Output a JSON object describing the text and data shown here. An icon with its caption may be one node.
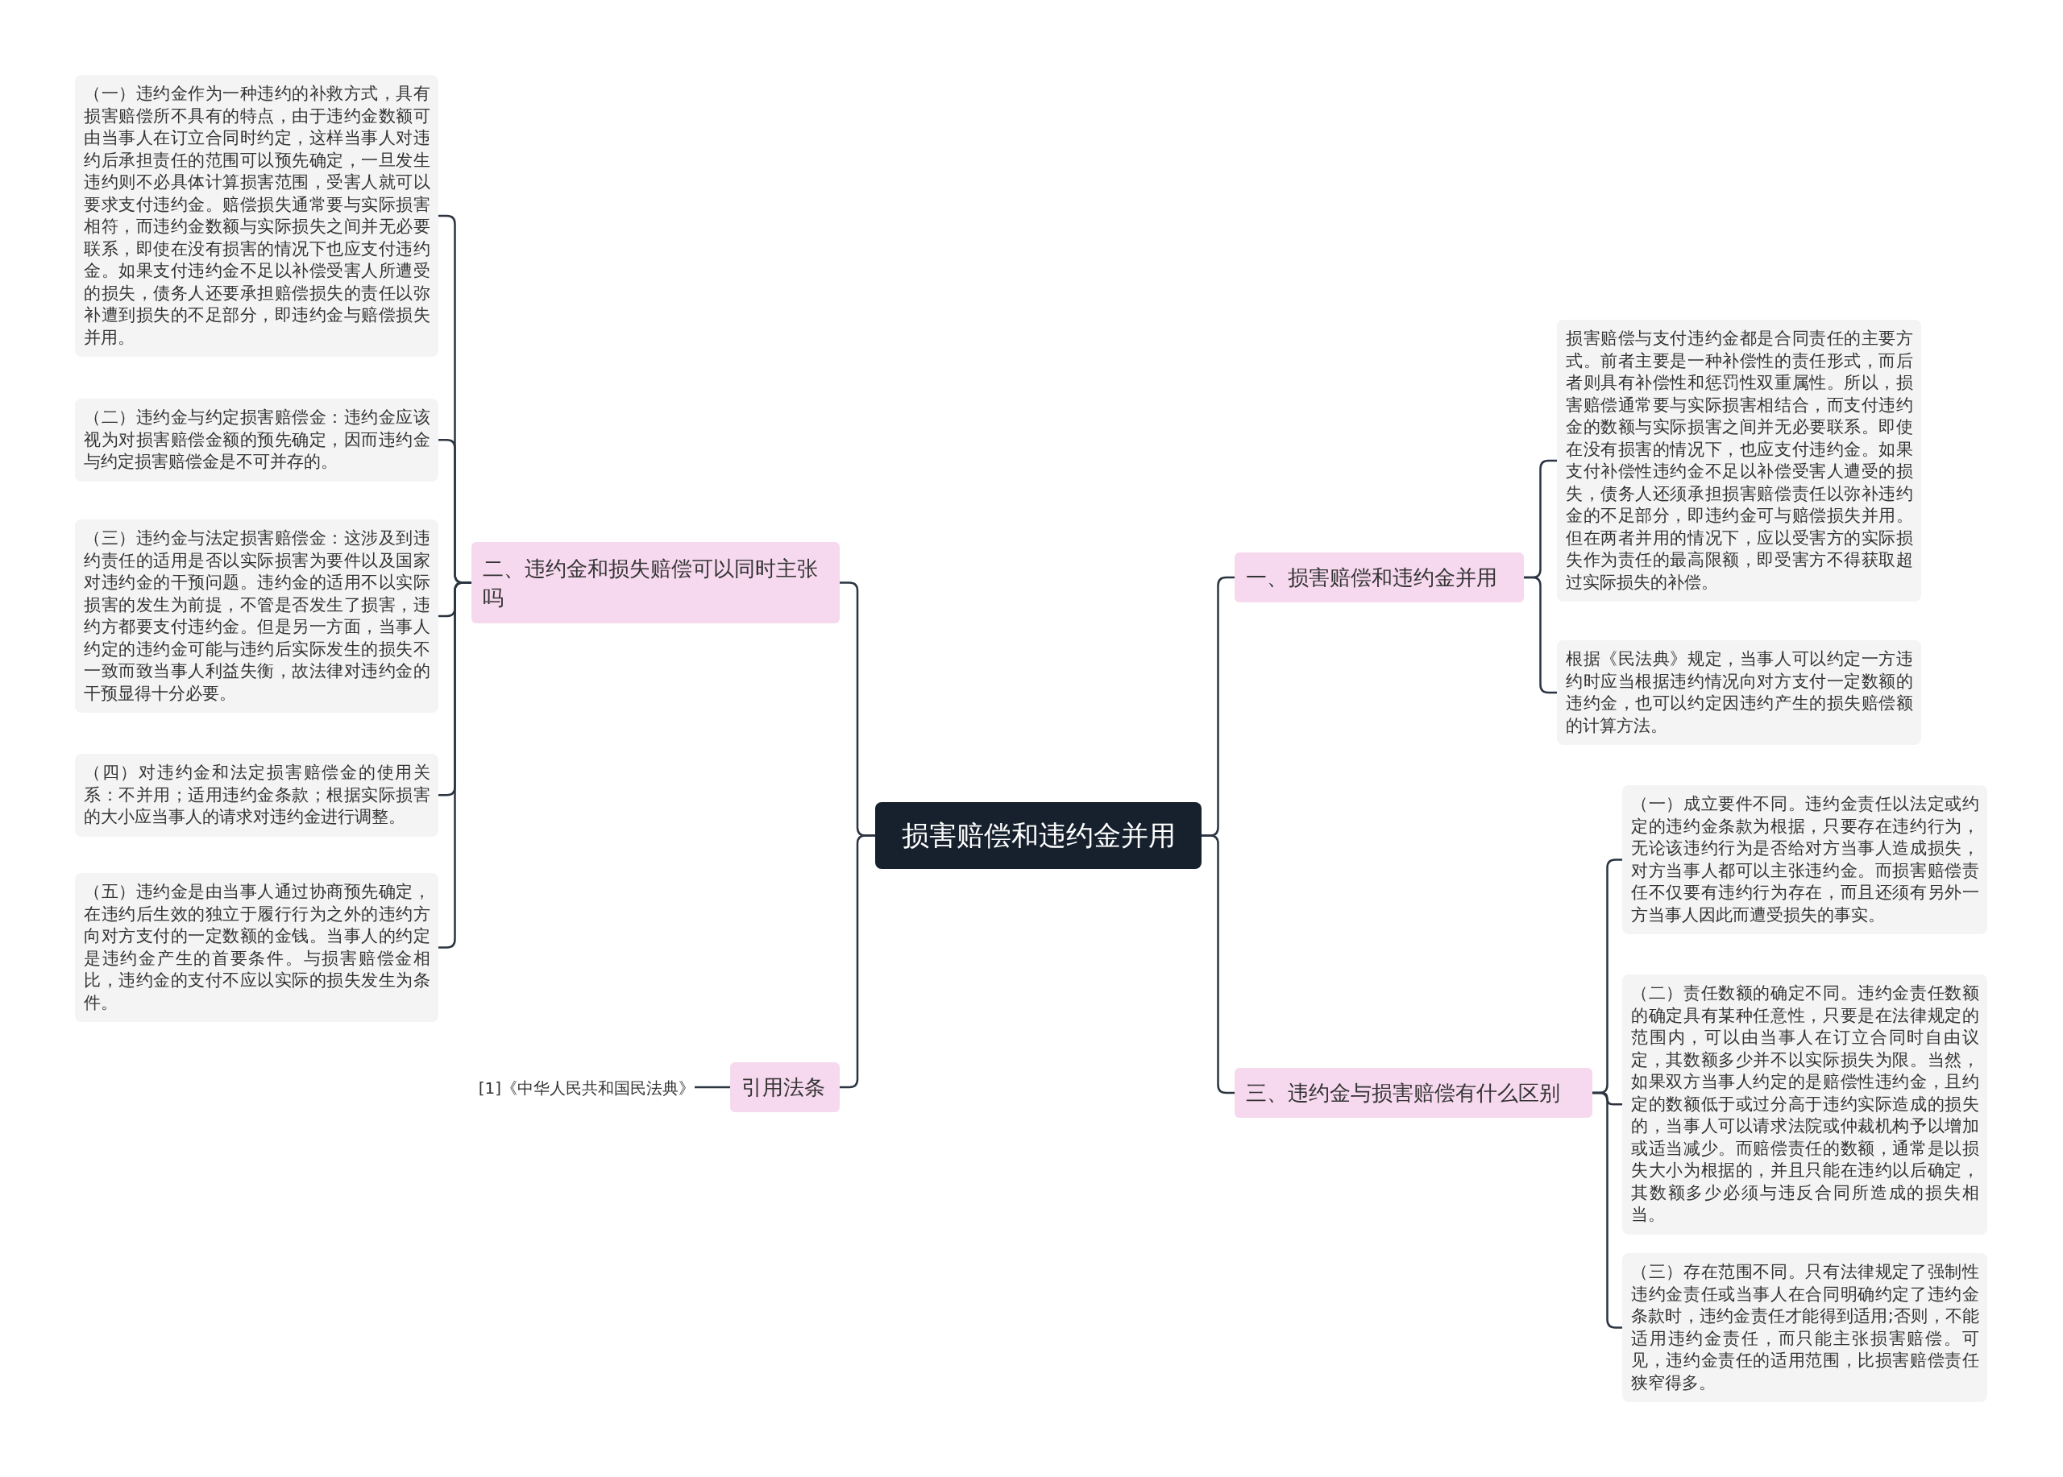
{
  "diagram": {
    "nodes": [
      {
        "text": [
          "损害赔偿和违约金并用"
        ]
      },
      {
        "text": [
          "一、损害赔偿和违约金并用"
        ]
      },
      {
        "text": [
          "损害赔偿与支付违约金都是合同责任的主要方式。前者主要是一种补偿性的责任形式，而后者则具有补偿性和惩罚性双重属性。所以，损害赔偿通常要与实际损害相结合，而支付违约金的数额与实际损害之间并无必要联系。即使在没有损害的情况下，也应支付违约金。如果支付补偿性违约金不足以补偿受害人遭受的损失，债务人还须承担损害赔偿责任以弥补违约金的不足部分，即违约金可与赔偿损失并用。但在两者并用的情况下，应以受害方的实际损失作为责任的最高限额，即受害方不得获取超过实际损失的补偿。"
        ]
      },
      {
        "text": [
          "根据《民法典》规定，当事人可以约定一方违约时应当根据违约情况向对方支付一定数额的违约金，也可以约定因违约产生的损失赔偿额的计算方法。"
        ]
      },
      {
        "text": [
          "三、违约金与损害赔偿有什么区别"
        ]
      },
      {
        "text": [
          "（一）成立要件不同。违约金责任以法定或约定的违约金条款为根据，只要存在违约行为，无论该违约行为是否给对方当事人造成损失，对方当事人都可以主张违约金。而损害赔偿责任不仅要有违约行为存在，而且还须有另外一方当事人因此而遭受损失的事实。"
        ]
      },
      {
        "text": [
          "（二）责任数额的确定不同。违约金责任数额的确定具有某种任意性，只要是在法律规定的范围内，可以由当事人在订立合同时自由议定，其数额多少并不以实际损失为限。当然，如果双方当事人约定的是赔偿性违约金，且约定的数额低于或过分高于违约实际造成的损失的，当事人可以请求法院或仲裁机构予以增加或适当减少。而赔偿责任的数额，通常是以损失大小为根据的，并且只能在违约以后确定，其数额多少必须与违反合同所造成的损失相当。"
        ]
      },
      {
        "text": [
          "（三）存在范围不同。只有法律规定了强制性违约金责任或当事人在合同明确约定了违约金条款时，违约金责任才能得到适用;否则，不能适用违约金责任，而只能主张损害赔偿。可见，违约金责任的适用范围，比损害赔偿责任狭窄得多。"
        ]
      },
      {
        "text": [
          "二、违约金和损失赔偿可以同时主张吗"
        ]
      },
      {
        "text": [
          "（一）违约金作为一种违约的补救方式，具有损害赔偿所不具有的特点，由于违约金数额可由当事人在订立合同时约定，这样当事人对违约后承担责任的范围可以预先确定，一旦发生违约则不必具体计算损害范围，受害人就可以要求支付违约金。赔偿损失通常要与实际损害相符，而违约金数额与实际损失之间并无必要联系，即使在没有损害的情况下也应支付违约金。如果支付违约金不足以补偿受害人所遭受的损失，债务人还要承担赔偿损失的责任以弥补遭到损失的不足部分，即违约金与赔偿损失并用。"
        ]
      },
      {
        "text": [
          "（二）违约金与约定损害赔偿金：违约金应该视为对损害赔偿金额的预先确定，因而违约金与约定损害赔偿金是不可并存的。"
        ]
      },
      {
        "text": [
          "（三）违约金与法定损害赔偿金：这涉及到违约责任的适用是否以实际损害为要件以及国家对违约金的干预问题。违约金的适用不以实际损害的发生为前提，不管是否发生了损害，违约方都要支付违约金。但是另一方面，当事人约定的违约金可能与违约后实际发生的损失不一致而致当事人利益失衡，故法律对违约金的干预显得十分必要。"
        ]
      },
      {
        "text": [
          "（四）对违约金和法定损害赔偿金的使用关系：不并用；适用违约金条款；根据实际损害的大小应当事人的请求对违约金进行调整。"
        ]
      },
      {
        "text": [
          "（五）违约金是由当事人通过协商预先确定，在违约后生效的独立于履行行为之外的违约方向对方支付的一定数额的金钱。当事人的约定是违约金产生的首要条件。与损害赔偿金相比，违约金的支付不应以实际的损失发生为条件。"
        ]
      },
      {
        "text": [
          "引用法条"
        ]
      },
      {
        "text": [
          "[1]《中华人民共和国民法典》"
        ]
      }
    ],
    "edges": [
      {
        "from": 0,
        "to": 1,
        "arrow": "none"
      },
      {
        "from": 1,
        "to": 2,
        "arrow": "none"
      },
      {
        "from": 1,
        "to": 3,
        "arrow": "none"
      },
      {
        "from": 0,
        "to": 4,
        "arrow": "none"
      },
      {
        "from": 4,
        "to": 5,
        "arrow": "none"
      },
      {
        "from": 4,
        "to": 6,
        "arrow": "none"
      },
      {
        "from": 4,
        "to": 7,
        "arrow": "none"
      },
      {
        "from": 0,
        "to": 8,
        "arrow": "none"
      },
      {
        "from": 8,
        "to": 9,
        "arrow": "none"
      },
      {
        "from": 8,
        "to": 10,
        "arrow": "none"
      },
      {
        "from": 8,
        "to": 11,
        "arrow": "none"
      },
      {
        "from": 8,
        "to": 12,
        "arrow": "none"
      },
      {
        "from": 8,
        "to": 13,
        "arrow": "none"
      },
      {
        "from": 0,
        "to": 14,
        "arrow": "none"
      },
      {
        "from": 14,
        "to": 15,
        "arrow": "none"
      }
    ]
  }
}
